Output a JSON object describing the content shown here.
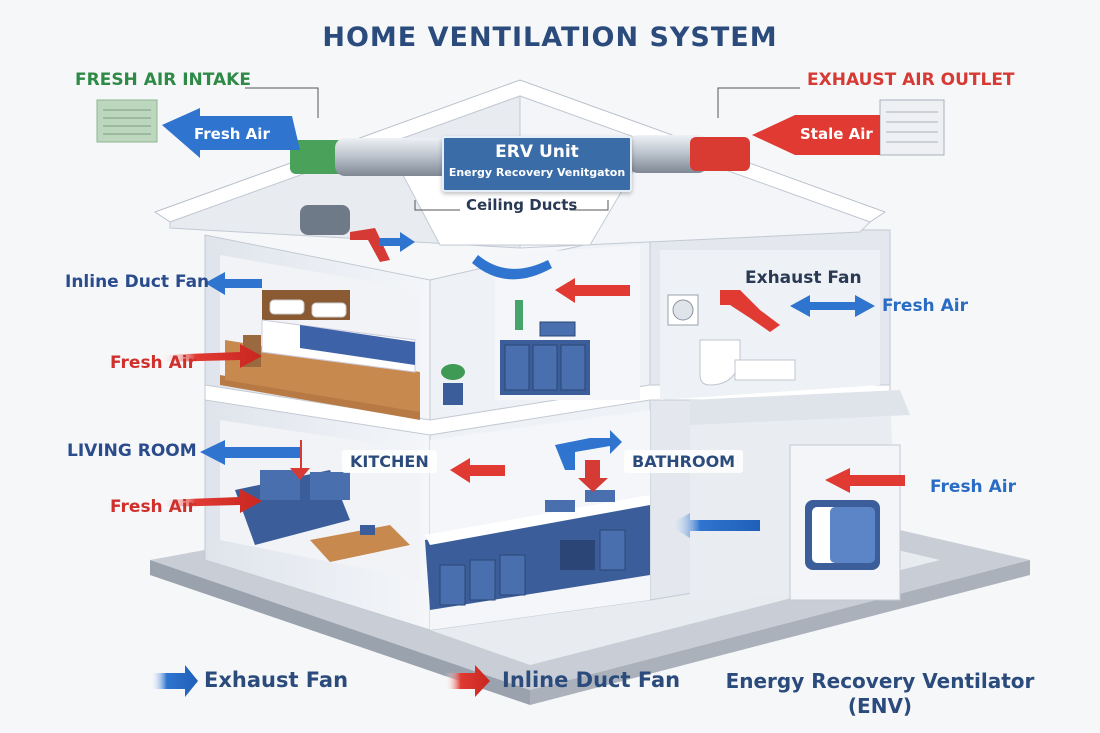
{
  "title": "HOME VENTILATION SYSTEM",
  "top_labels": {
    "fresh_air_intake": "FRESH AIR INTAKE",
    "exhaust_air_outlet": "EXHAUST AIR OUTLET"
  },
  "roof": {
    "fresh_air_arrow": "Fresh Air",
    "stale_air_arrow": "Stale Air",
    "erv_title": "ERV Unit",
    "erv_subtitle": "Energy Recovery Venitgaton",
    "ceiling_ducts": "Ceiling Ducts"
  },
  "left_labels": {
    "inline_duct_fan": "Inline Duct Fan",
    "fresh_air_upper": "Fresh Air",
    "living_room": "LIVING ROOM",
    "fresh_air_lower": "Fresh Air"
  },
  "right_labels": {
    "exhaust_fan": "Exhaust Fan",
    "fresh_air_upper": "Fresh Air",
    "fresh_air_lower": "Fresh Air"
  },
  "rooms": {
    "kitchen": "KITCHEN",
    "bathroom": "BATHROOM"
  },
  "legend": {
    "exhaust_fan": "Exhaust Fan",
    "inline_duct_fan": "Inline Duct Fan",
    "erv_line1": "Energy Recovery Ventilator",
    "erv_line2": "(ENV)"
  },
  "colors": {
    "title": "#2a4b7c",
    "fresh_green": "#2e8a46",
    "exhaust_red": "#d63a34",
    "air_blue": "#2f74cf",
    "air_red": "#e03a33",
    "cabinet_blue": "#3b5e9a"
  }
}
